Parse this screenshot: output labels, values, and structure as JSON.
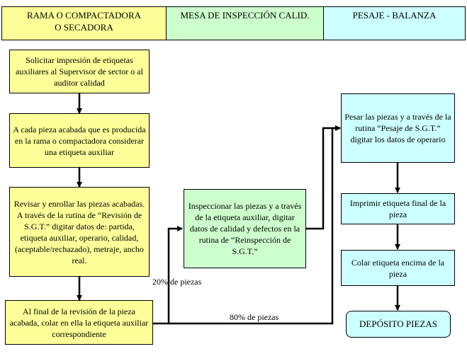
{
  "swimlanes": [
    {
      "label": "RAMA O COMPACTADORA\nO SECADORA",
      "color": "#ffff99"
    },
    {
      "label": "MESA DE INSPECCIÓN CALID.",
      "color": "#ccffcc"
    },
    {
      "label": "PESAJE - BALANZA",
      "color": "#ccffff"
    }
  ],
  "steps": {
    "solicitar": "Solicitar impresión de etiquetas auxiliares al Supervisor de sector o al auditor calidad",
    "acada": "A cada pieza acabada que es producida en la rama o compactadora considerar una etiqueta auxiliar",
    "revisar": "Revisar y enrollar las piezas acabadas. A través de la rutina de “Revisión de S.G.T.” digitar datos de: partida, etiqueta auxiliar, operario, calidad, (aceptable/rechazado), metraje, ancho real.",
    "alfinal": "Al final de la revisión de la pieza acabada, colar en ella la etiqueta auxiliar correspondiente",
    "inspeccionar": "Inspeccionar las piezas y a través de la etiqueta auxiliar, digitar datos de calidad y defectos en la rutina de “Reinspección de S.G.T.”",
    "pesar": "Pesar las piezas y a través de la rutina “Pesaje de S.G.T.” digitar los datos de operario",
    "imprimir": "Imprimir etiqueta final de la pieza",
    "colar": "Colar etiqueta encima de la pieza",
    "deposito": "DEPÓSITO PIEZAS"
  },
  "labels": {
    "pct20": "20% de piezas",
    "pct80": "80% de piezas"
  }
}
